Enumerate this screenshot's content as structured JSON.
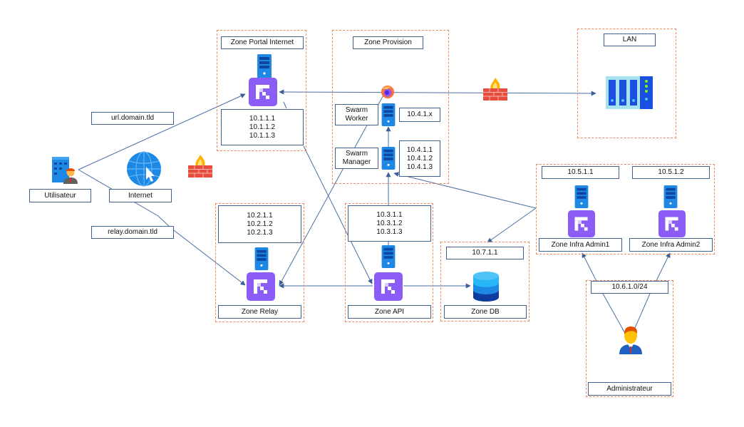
{
  "diagram_title": "Network architecture",
  "zones": {
    "portal": {
      "title": "Zone Portal Internet",
      "ips": "10.1.1.1\n10.1.1.2\n10.1.1.3"
    },
    "provision": {
      "title": "Zone Provision",
      "worker_label": "Swarm\nWorker",
      "worker_ip": "10.4.1.x",
      "manager_label": "Swarm\nManager",
      "manager_ips": "10.4.1.1\n10.4.1.2\n10.4.1.3"
    },
    "lan": {
      "title": "LAN"
    },
    "relay": {
      "title": "Zone Relay",
      "ips": "10.2.1.1\n10.2.1.2\n10.2.1.3"
    },
    "api": {
      "title": "Zone API",
      "ips": "10.3.1.1\n10.3.1.2\n10.3.1.3"
    },
    "db": {
      "title": "Zone DB",
      "ip": "10.7.1.1"
    },
    "infra_admin1": {
      "title": "Zone Infra Admin1",
      "ip": "10.5.1.1"
    },
    "infra_admin2": {
      "title": "Zone Infra Admin2",
      "ip": "10.5.1.2"
    },
    "admin": {
      "title": "Administrateur",
      "subnet": "10.6.1.0/24"
    }
  },
  "external": {
    "user_label": "Utilisateur",
    "internet_label": "Internet",
    "url_domain": "url.domain.tld",
    "relay_domain": "relay.domain.tld"
  },
  "colors": {
    "zone_border": "#f08a5d",
    "label_border": "#41618f",
    "wire": "#4a6fa5",
    "app_tile": "#8b5cf6",
    "server": "#1976d2"
  }
}
